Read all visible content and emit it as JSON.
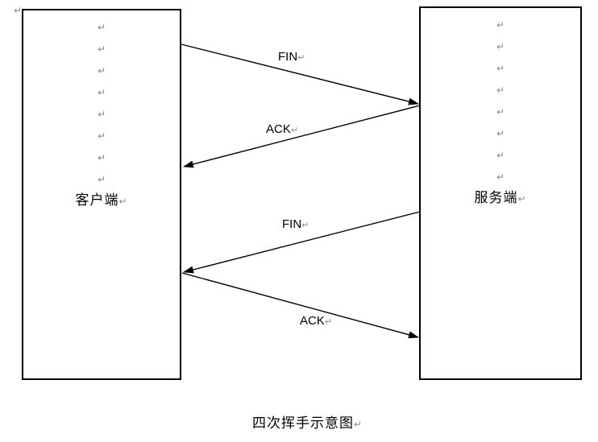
{
  "diagram": {
    "pilcrow": "↵",
    "caption": "四次挥手示意图",
    "client_box": {
      "label": "客户端",
      "empty_paragraph_marks": 8
    },
    "server_box": {
      "label": "服务端",
      "empty_paragraph_marks": 8
    },
    "messages": [
      {
        "label": "FIN",
        "from": "client",
        "to": "server"
      },
      {
        "label": "ACK",
        "from": "server",
        "to": "client"
      },
      {
        "label": "FIN",
        "from": "server",
        "to": "client"
      },
      {
        "label": "ACK",
        "from": "client",
        "to": "server"
      }
    ],
    "colors": {
      "line": "#000000",
      "text": "#000000",
      "paragraph_mark": "#8a8a8a",
      "background": "#ffffff"
    }
  }
}
